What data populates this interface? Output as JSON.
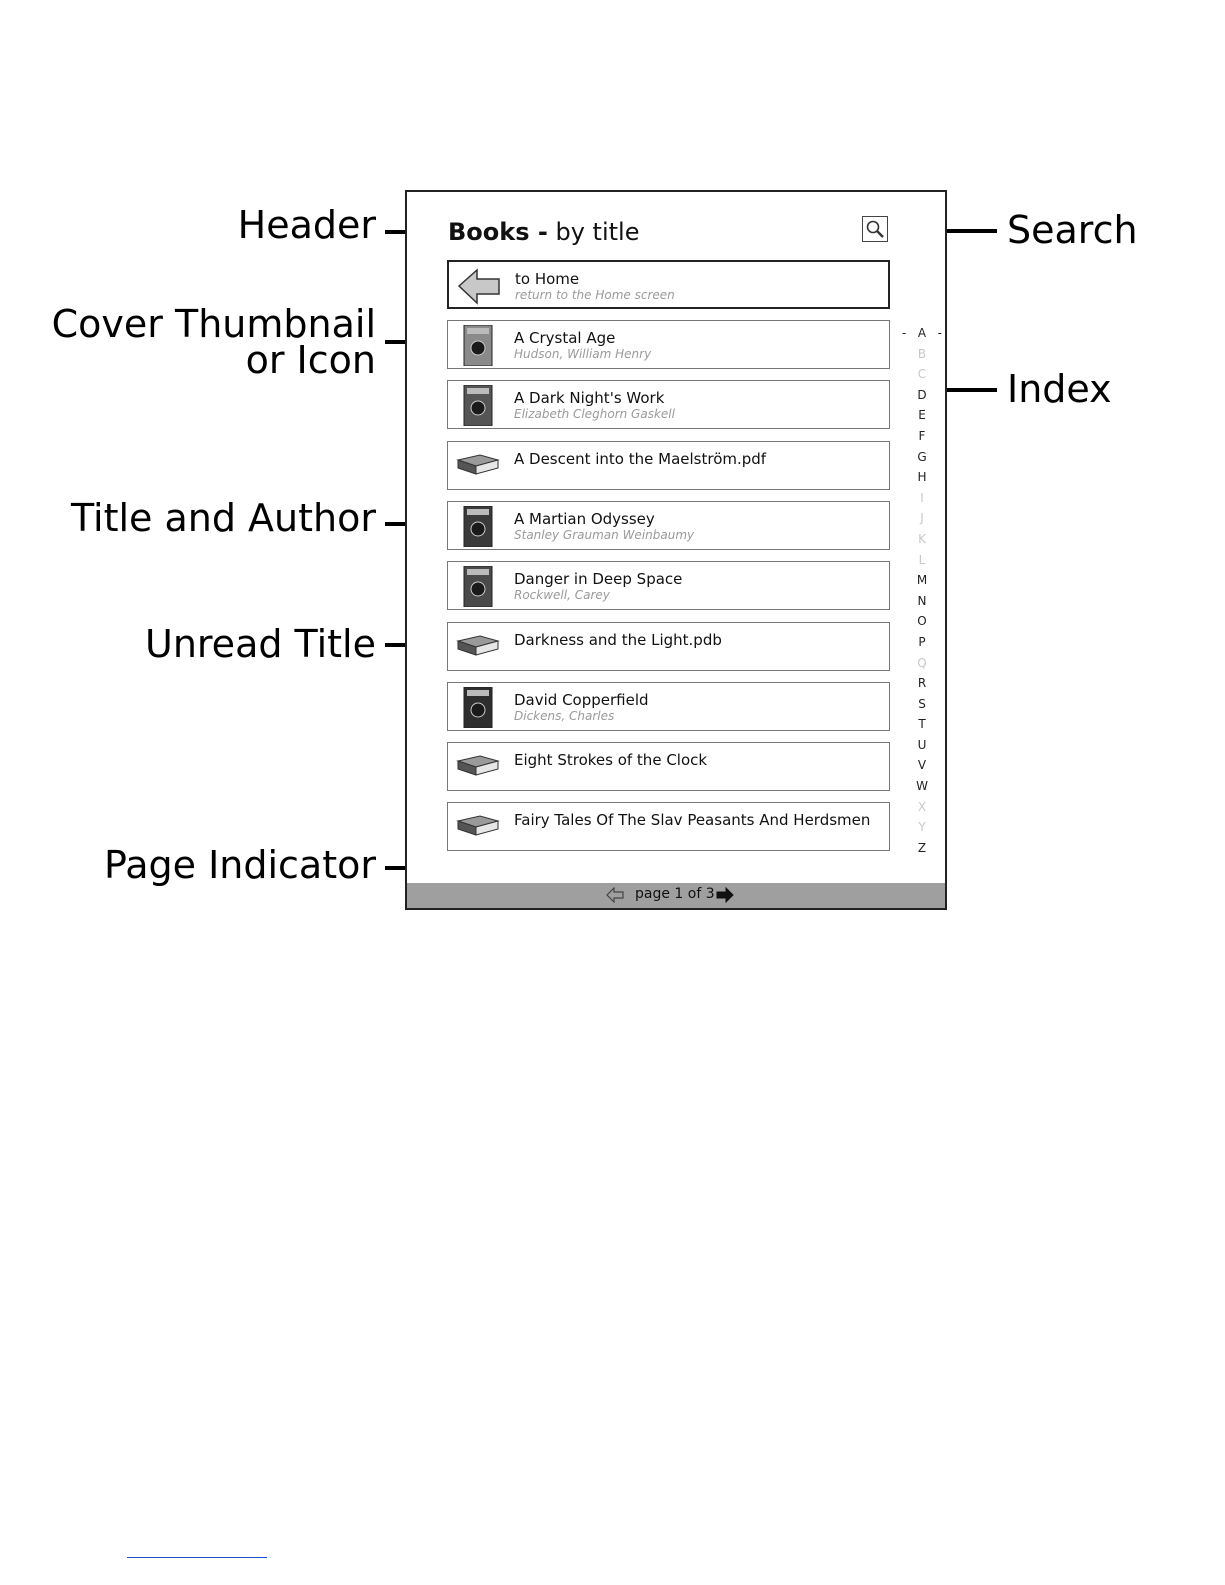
{
  "callouts": {
    "header": "Header",
    "cover_line1": "Cover Thumbnail",
    "cover_line2": "or Icon",
    "title_author": "Title and Author",
    "unread": "Unread Title",
    "page_indicator": "Page Indicator",
    "search": "Search",
    "index": "Index"
  },
  "header": {
    "title_bold": "Books -",
    "title_rest": " by title"
  },
  "home_row": {
    "title": "to Home",
    "subtitle": "return to the Home screen",
    "icon": "back-arrow-icon"
  },
  "books": [
    {
      "title": "A Crystal Age",
      "author": "Hudson, William Henry",
      "thumb": "cover"
    },
    {
      "title": "A Dark Night's Work",
      "author": "Elizabeth Cleghorn Gaskell",
      "thumb": "cover"
    },
    {
      "title": "A Descent into the Maelström.pdf",
      "author": "",
      "thumb": "book-icon"
    },
    {
      "title": "A Martian Odyssey",
      "author": "Stanley Grauman Weinbaumy",
      "thumb": "cover"
    },
    {
      "title": "Danger in Deep Space",
      "author": "Rockwell, Carey",
      "thumb": "cover"
    },
    {
      "title": "Darkness and the Light.pdb",
      "author": "",
      "thumb": "book-icon"
    },
    {
      "title": "David Copperfield",
      "author": "Dickens, Charles",
      "thumb": "cover"
    },
    {
      "title": "Eight Strokes of the Clock",
      "author": "",
      "thumb": "book-icon"
    },
    {
      "title": "Fairy Tales Of The Slav Peasants And Herdsmen",
      "author": "",
      "thumb": "book-icon"
    }
  ],
  "index": {
    "letters": [
      "A",
      "B",
      "C",
      "D",
      "E",
      "F",
      "G",
      "H",
      "I",
      "J",
      "K",
      "L",
      "M",
      "N",
      "O",
      "P",
      "Q",
      "R",
      "S",
      "T",
      "U",
      "V",
      "W",
      "X",
      "Y",
      "Z"
    ],
    "disabled": [
      "B",
      "C",
      "I",
      "J",
      "K",
      "L",
      "Q",
      "X",
      "Y"
    ],
    "selected": "A"
  },
  "footer": {
    "page_text": "page 1 of 3"
  },
  "colors": {
    "footer_bg": "#9f9f9f",
    "disabled_letter": "#c8c8c8",
    "author_text": "#9a9a9a"
  }
}
